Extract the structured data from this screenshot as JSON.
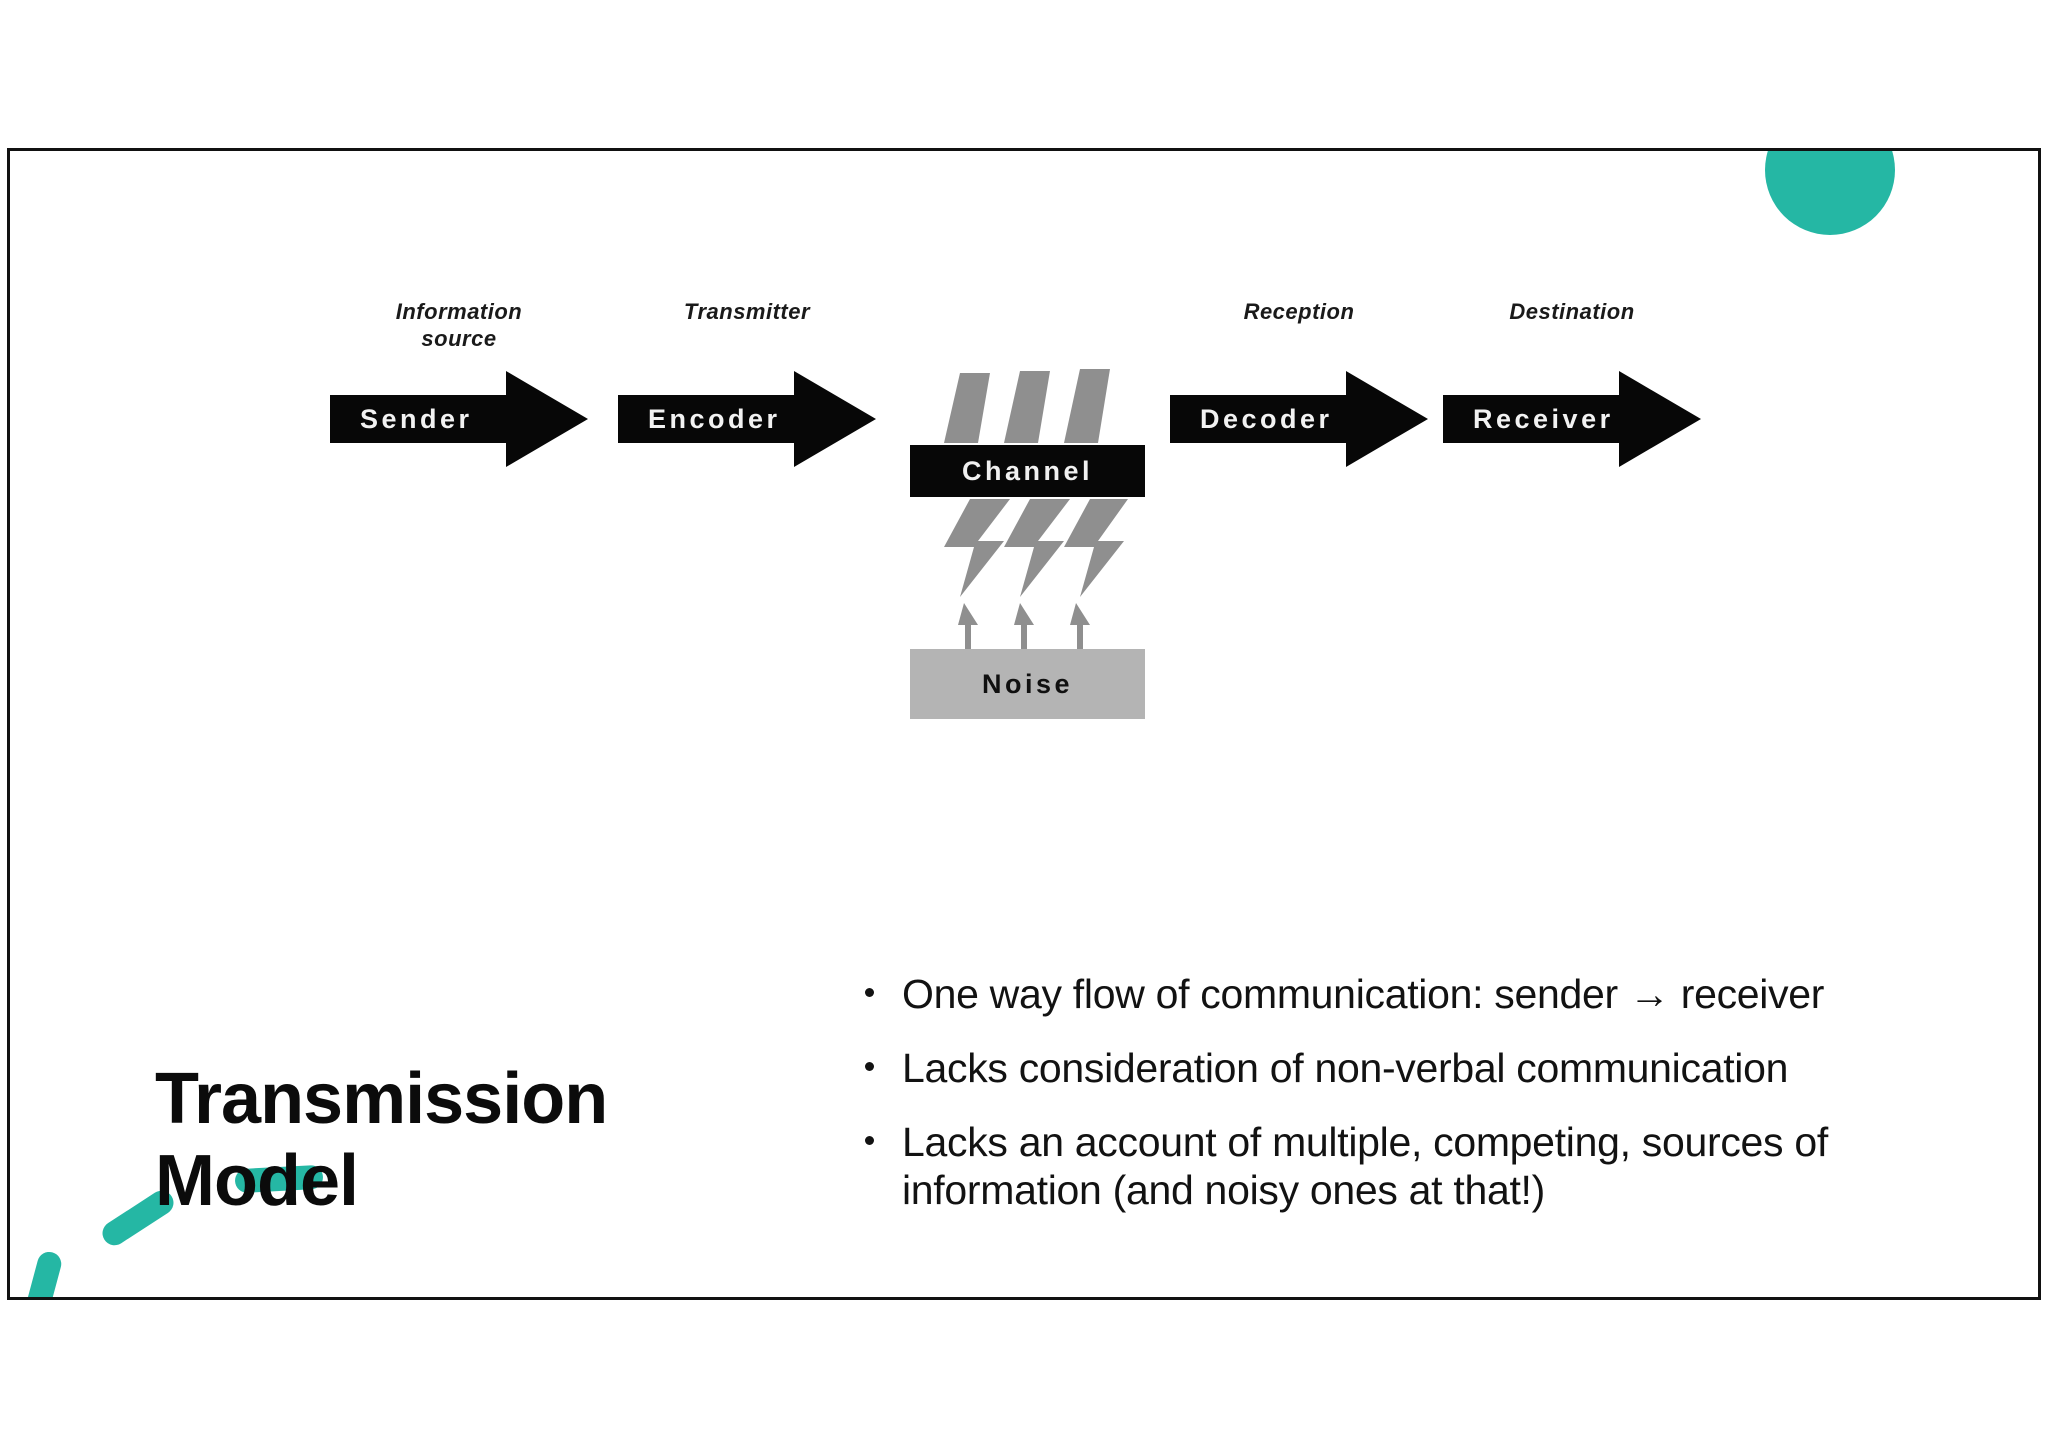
{
  "slide": {
    "title_line1": "Transmission",
    "title_line2": "Model",
    "accent_color": "#25B7A4",
    "border_color": "#111111",
    "background_color": "#FFFFFF"
  },
  "diagram": {
    "name": "shannon-weaver-transmission-model",
    "stages": [
      {
        "label_line1": "Information",
        "label_line2": "source",
        "box_text": "Sender"
      },
      {
        "label_line1": "Transmitter",
        "label_line2": "",
        "box_text": "Encoder"
      },
      {
        "label_line1": "Reception",
        "label_line2": "",
        "box_text": "Decoder"
      },
      {
        "label_line1": "Destination",
        "label_line2": "",
        "box_text": "Receiver"
      }
    ],
    "channel": {
      "box_text": "Channel",
      "box_color": "#070707",
      "text_color": "#F0F0F0"
    },
    "noise": {
      "box_text": "Noise",
      "box_color": "#B4B4B4",
      "text_color": "#101010"
    },
    "interference_color": "#8F8F8F",
    "arrow_color": "#070707",
    "arrow_text_color": "#F2F2F2"
  },
  "bullets": [
    "One way flow of communication: sender → receiver",
    "Lacks consideration of non-verbal communication",
    "Lacks an account of multiple, competing, sources of information (and noisy ones at that!)"
  ],
  "decorations": {
    "circle": "teal-circle-top-right",
    "stroke_horizontal": "teal-brush-stroke-horizontal",
    "stroke_diagonal": "teal-brush-stroke-diagonal",
    "stroke_vertical": "teal-brush-stroke-vertical"
  }
}
